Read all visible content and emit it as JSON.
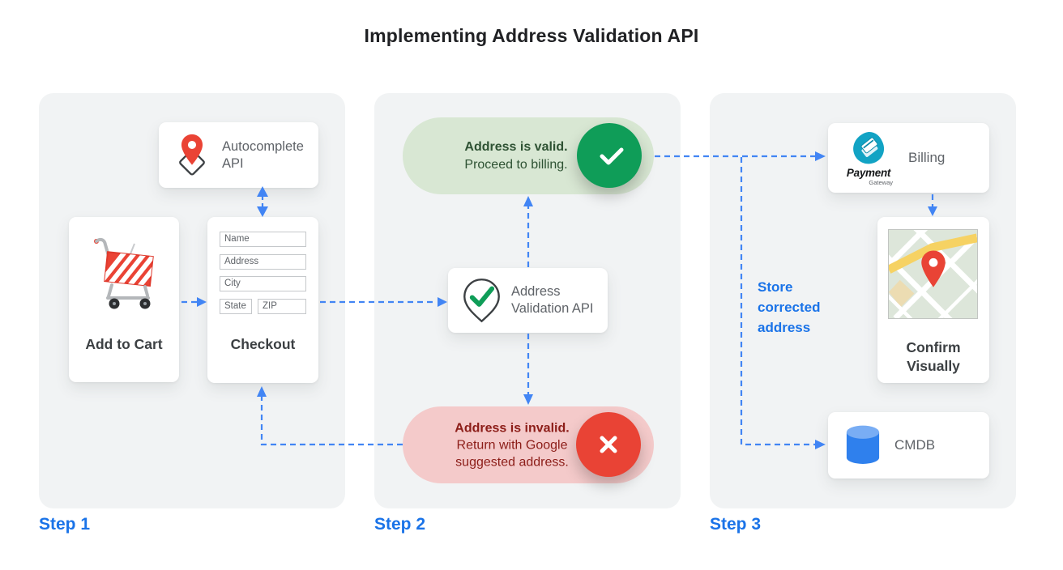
{
  "title": "Implementing Address Validation API",
  "colors": {
    "panel_bg": "#f1f3f4",
    "arrow_blue": "#4285f4",
    "step_label_blue": "#1a73e8",
    "valid_green": "#0f9d58",
    "valid_pill_bg": "#d8e7d3",
    "valid_text_green": "#2e5233",
    "invalid_red": "#e94335",
    "invalid_pill_bg": "#f4caca",
    "invalid_text_red": "#8c1d18",
    "label_gray": "#5f6368",
    "caption_gray": "#3c4043",
    "payment_teal": "#12a3c4",
    "database_blue": "#2f80ed",
    "pin_red": "#ea4335"
  },
  "icons": {
    "autocomplete": "map-pin-diamond-icon",
    "add_to_cart": "shopping-cart-icon",
    "validation": "map-pin-check-icon",
    "valid": "check-icon",
    "invalid": "x-icon",
    "billing": "payment-gateway-logo",
    "confirm": "map-image",
    "cmdb": "database-cylinder-icon"
  },
  "step1": {
    "label": "Step 1",
    "autocomplete_card": {
      "line1": "Autocomplete",
      "line2": "API"
    },
    "add_to_cart_card": {
      "label": "Add to Cart"
    },
    "checkout_card": {
      "label": "Checkout",
      "fields": {
        "name": "Name",
        "address": "Address",
        "city": "City",
        "state": "State",
        "zip": "ZIP"
      }
    }
  },
  "step2": {
    "label": "Step 2",
    "valid_pill": {
      "title": "Address is valid.",
      "subtitle": "Proceed to billing."
    },
    "invalid_pill": {
      "title": "Address is invalid.",
      "subtitle_line1": "Return with Google",
      "subtitle_line2": "suggested address."
    },
    "validation_card": {
      "line1": "Address",
      "line2": "Validation API"
    }
  },
  "step3": {
    "label": "Step 3",
    "billing_card": {
      "label": "Billing",
      "logo_title": "Payment",
      "logo_subtitle": "Gateway"
    },
    "confirm_card": {
      "line1": "Confirm",
      "line2": "Visually"
    },
    "cmdb_card": {
      "label": "CMDB"
    },
    "store_note": {
      "line1": "Store",
      "line2": "corrected",
      "line3": "address"
    }
  }
}
